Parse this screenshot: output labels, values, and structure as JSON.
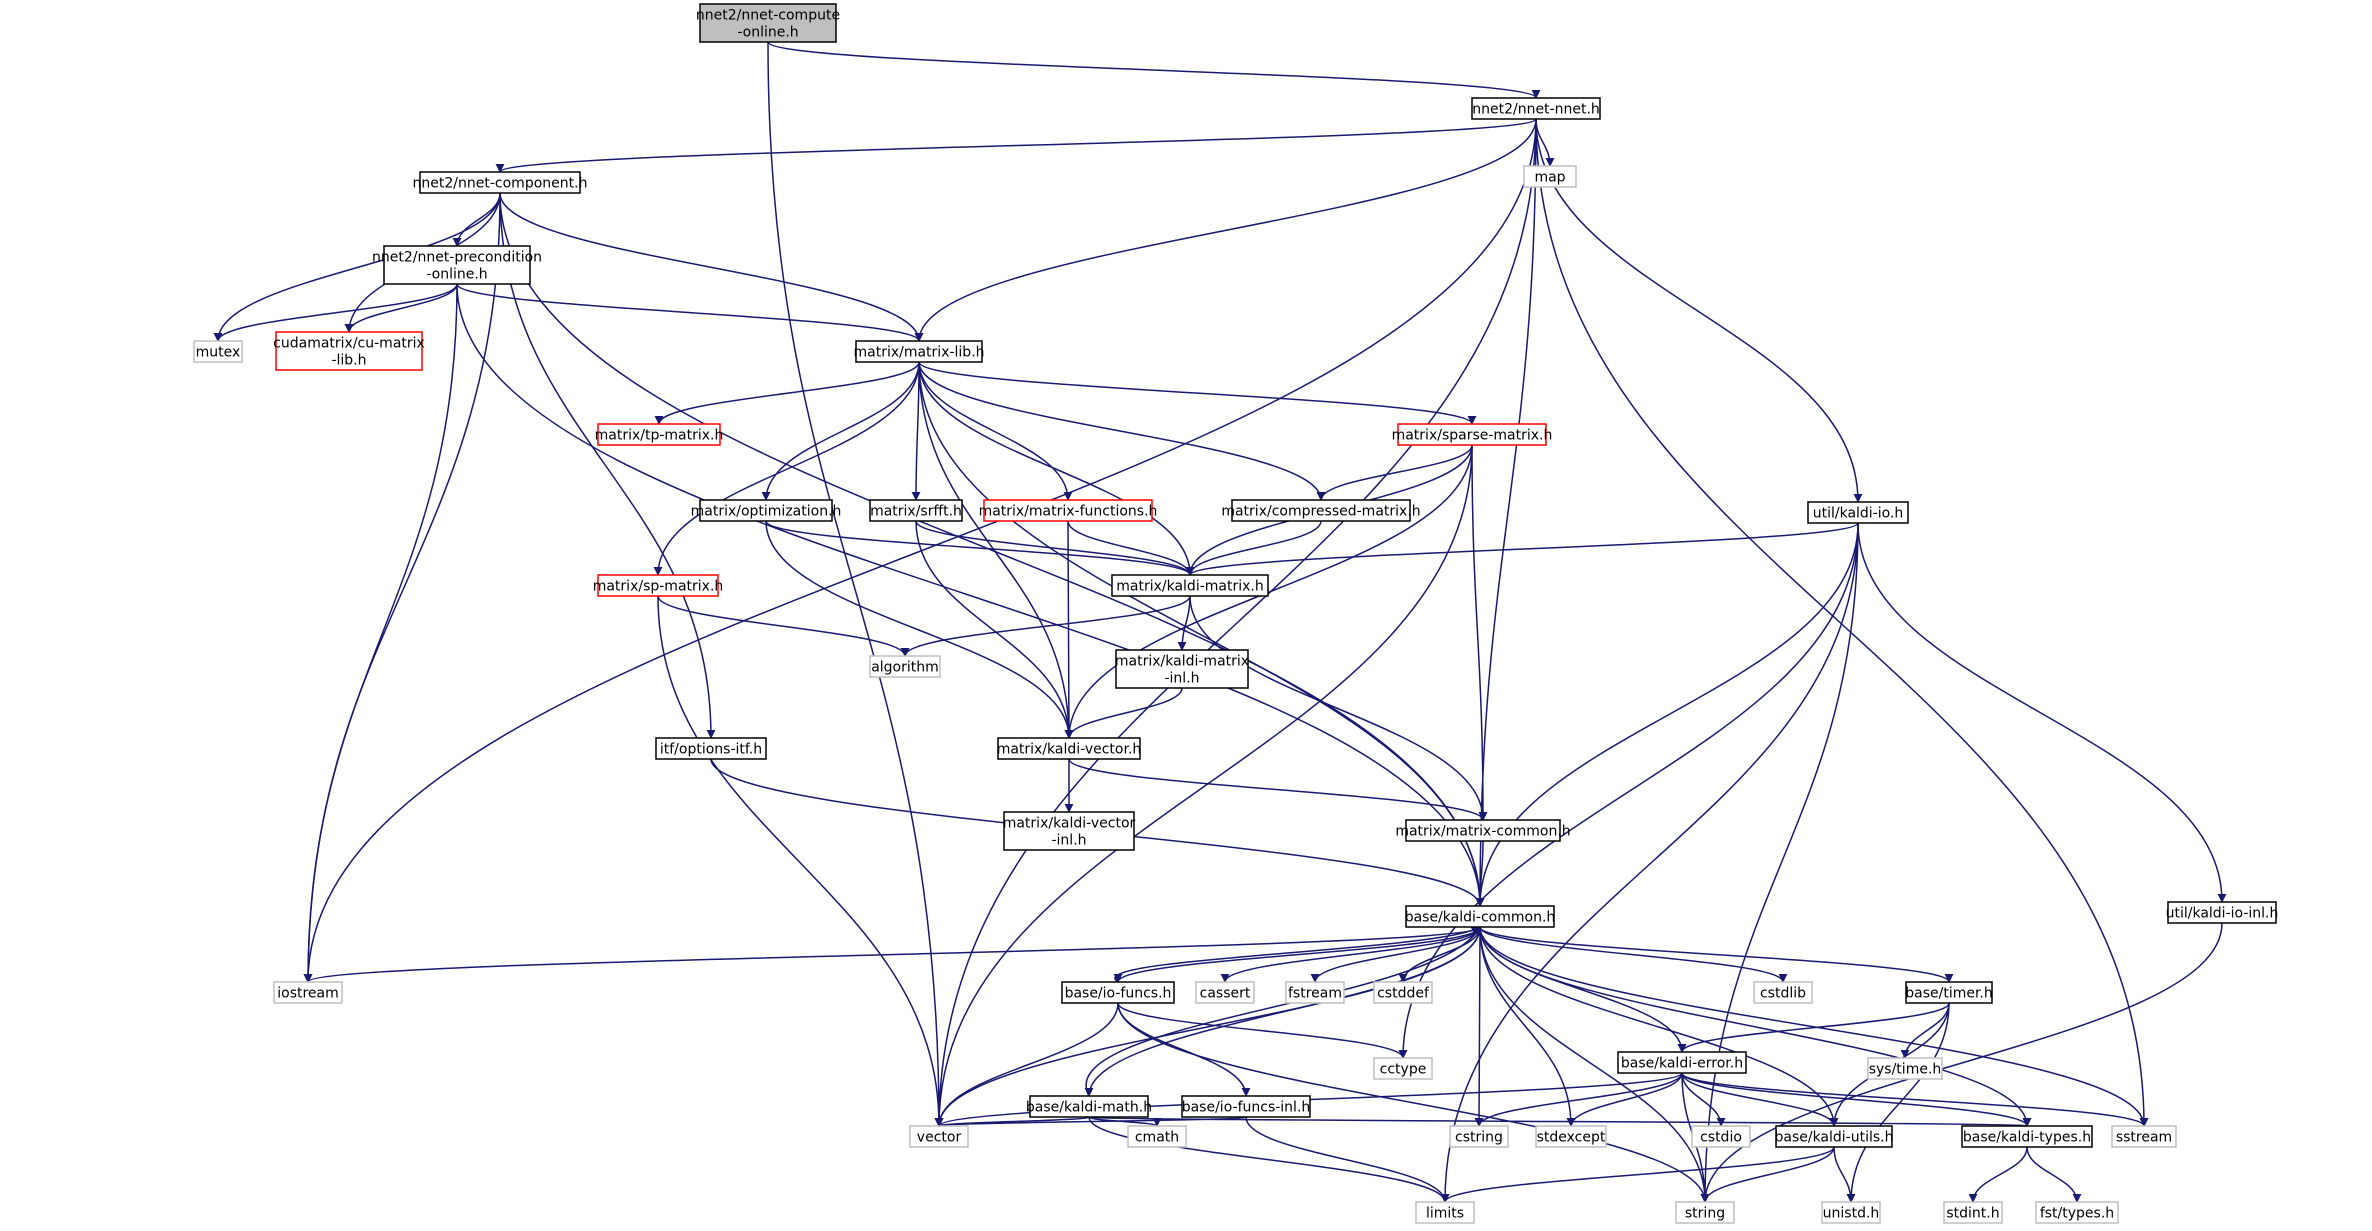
{
  "colors": {
    "edge": "#191970",
    "node_border_normal": "#000000",
    "node_border_truncated": "#ff0000",
    "node_border_external": "#bfbfbf",
    "node_fill_root": "#bfbfbf",
    "node_fill": "#ffffff"
  },
  "nodes": [
    {
      "id": "root",
      "lines": [
        "nnet2/nnet-compute",
        "-online.h"
      ],
      "style": "root"
    },
    {
      "id": "nnet",
      "lines": [
        "nnet2/nnet-nnet.h"
      ],
      "style": "normal"
    },
    {
      "id": "map",
      "lines": [
        "map"
      ],
      "style": "external"
    },
    {
      "id": "component",
      "lines": [
        "nnet2/nnet-component.h"
      ],
      "style": "normal"
    },
    {
      "id": "precond",
      "lines": [
        "nnet2/nnet-precondition",
        "-online.h"
      ],
      "style": "normal"
    },
    {
      "id": "mutex",
      "lines": [
        "mutex"
      ],
      "style": "external"
    },
    {
      "id": "cumatrix",
      "lines": [
        "cudamatrix/cu-matrix",
        "-lib.h"
      ],
      "style": "truncated"
    },
    {
      "id": "matrixlib",
      "lines": [
        "matrix/matrix-lib.h"
      ],
      "style": "normal"
    },
    {
      "id": "tpmatrix",
      "lines": [
        "matrix/tp-matrix.h"
      ],
      "style": "truncated"
    },
    {
      "id": "sparse",
      "lines": [
        "matrix/sparse-matrix.h"
      ],
      "style": "truncated"
    },
    {
      "id": "optim",
      "lines": [
        "matrix/optimization.h"
      ],
      "style": "normal"
    },
    {
      "id": "srfft",
      "lines": [
        "matrix/srfft.h"
      ],
      "style": "normal"
    },
    {
      "id": "mfuncs",
      "lines": [
        "matrix/matrix-functions.h"
      ],
      "style": "truncated"
    },
    {
      "id": "compressed",
      "lines": [
        "matrix/compressed-matrix.h"
      ],
      "style": "normal"
    },
    {
      "id": "kaldiio",
      "lines": [
        "util/kaldi-io.h"
      ],
      "style": "normal"
    },
    {
      "id": "spmatrix",
      "lines": [
        "matrix/sp-matrix.h"
      ],
      "style": "truncated"
    },
    {
      "id": "kmatrix",
      "lines": [
        "matrix/kaldi-matrix.h"
      ],
      "style": "normal"
    },
    {
      "id": "algorithm",
      "lines": [
        "algorithm"
      ],
      "style": "external"
    },
    {
      "id": "kmatrixinl",
      "lines": [
        "matrix/kaldi-matrix",
        "-inl.h"
      ],
      "style": "normal"
    },
    {
      "id": "optionsitf",
      "lines": [
        "itf/options-itf.h"
      ],
      "style": "normal"
    },
    {
      "id": "kvector",
      "lines": [
        "matrix/kaldi-vector.h"
      ],
      "style": "normal"
    },
    {
      "id": "kvectorinl",
      "lines": [
        "matrix/kaldi-vector",
        "-inl.h"
      ],
      "style": "normal"
    },
    {
      "id": "mcommon",
      "lines": [
        "matrix/matrix-common.h"
      ],
      "style": "normal"
    },
    {
      "id": "kaldiioinl",
      "lines": [
        "util/kaldi-io-inl.h"
      ],
      "style": "normal"
    },
    {
      "id": "kcommon",
      "lines": [
        "base/kaldi-common.h"
      ],
      "style": "normal"
    },
    {
      "id": "iostream",
      "lines": [
        "iostream"
      ],
      "style": "external"
    },
    {
      "id": "iofuncs",
      "lines": [
        "base/io-funcs.h"
      ],
      "style": "normal"
    },
    {
      "id": "cassert",
      "lines": [
        "cassert"
      ],
      "style": "external"
    },
    {
      "id": "fstream",
      "lines": [
        "fstream"
      ],
      "style": "external"
    },
    {
      "id": "cstddef",
      "lines": [
        "cstddef"
      ],
      "style": "external"
    },
    {
      "id": "cstdlib",
      "lines": [
        "cstdlib"
      ],
      "style": "external"
    },
    {
      "id": "timer",
      "lines": [
        "base/timer.h"
      ],
      "style": "normal"
    },
    {
      "id": "cctype",
      "lines": [
        "cctype"
      ],
      "style": "external"
    },
    {
      "id": "systime",
      "lines": [
        "sys/time.h"
      ],
      "style": "external"
    },
    {
      "id": "kmath",
      "lines": [
        "base/kaldi-math.h"
      ],
      "style": "normal"
    },
    {
      "id": "iofuncsinl",
      "lines": [
        "base/io-funcs-inl.h"
      ],
      "style": "normal"
    },
    {
      "id": "kerror",
      "lines": [
        "base/kaldi-error.h"
      ],
      "style": "normal"
    },
    {
      "id": "vector",
      "lines": [
        "vector"
      ],
      "style": "external"
    },
    {
      "id": "cmath",
      "lines": [
        "cmath"
      ],
      "style": "external"
    },
    {
      "id": "cstring",
      "lines": [
        "cstring"
      ],
      "style": "external"
    },
    {
      "id": "stdexcept",
      "lines": [
        "stdexcept"
      ],
      "style": "external"
    },
    {
      "id": "cstdio",
      "lines": [
        "cstdio"
      ],
      "style": "external"
    },
    {
      "id": "kutils",
      "lines": [
        "base/kaldi-utils.h"
      ],
      "style": "normal"
    },
    {
      "id": "ktypes",
      "lines": [
        "base/kaldi-types.h"
      ],
      "style": "normal"
    },
    {
      "id": "sstream",
      "lines": [
        "sstream"
      ],
      "style": "external"
    },
    {
      "id": "limits",
      "lines": [
        "limits"
      ],
      "style": "external"
    },
    {
      "id": "string",
      "lines": [
        "string"
      ],
      "style": "external"
    },
    {
      "id": "unistd",
      "lines": [
        "unistd.h"
      ],
      "style": "external"
    },
    {
      "id": "stdint",
      "lines": [
        "stdint.h"
      ],
      "style": "external"
    },
    {
      "id": "fsttypes",
      "lines": [
        "fst/types.h"
      ],
      "style": "external"
    }
  ],
  "edges": [
    [
      "root",
      "nnet"
    ],
    [
      "root",
      "vector"
    ],
    [
      "nnet",
      "map"
    ],
    [
      "nnet",
      "component"
    ],
    [
      "nnet",
      "matrixlib"
    ],
    [
      "nnet",
      "kaldiio"
    ],
    [
      "nnet",
      "kcommon"
    ],
    [
      "nnet",
      "iostream"
    ],
    [
      "nnet",
      "vector"
    ],
    [
      "nnet",
      "sstream"
    ],
    [
      "component",
      "precond"
    ],
    [
      "component",
      "mutex"
    ],
    [
      "component",
      "cumatrix"
    ],
    [
      "component",
      "matrixlib"
    ],
    [
      "component",
      "optionsitf"
    ],
    [
      "component",
      "kcommon"
    ],
    [
      "component",
      "iostream"
    ],
    [
      "precond",
      "mutex"
    ],
    [
      "precond",
      "cumatrix"
    ],
    [
      "precond",
      "matrixlib"
    ],
    [
      "precond",
      "kcommon"
    ],
    [
      "precond",
      "iostream"
    ],
    [
      "matrixlib",
      "tpmatrix"
    ],
    [
      "matrixlib",
      "sparse"
    ],
    [
      "matrixlib",
      "optim"
    ],
    [
      "matrixlib",
      "srfft"
    ],
    [
      "matrixlib",
      "mfuncs"
    ],
    [
      "matrixlib",
      "compressed"
    ],
    [
      "matrixlib",
      "spmatrix"
    ],
    [
      "matrixlib",
      "kmatrix"
    ],
    [
      "matrixlib",
      "kvector"
    ],
    [
      "matrixlib",
      "kcommon"
    ],
    [
      "sparse",
      "compressed"
    ],
    [
      "sparse",
      "kmatrix"
    ],
    [
      "sparse",
      "kvector"
    ],
    [
      "sparse",
      "mcommon"
    ],
    [
      "sparse",
      "vector"
    ],
    [
      "optim",
      "kmatrix"
    ],
    [
      "optim",
      "kvector"
    ],
    [
      "srfft",
      "kmatrix"
    ],
    [
      "srfft",
      "kvector"
    ],
    [
      "mfuncs",
      "kmatrix"
    ],
    [
      "mfuncs",
      "kvector"
    ],
    [
      "compressed",
      "kmatrix"
    ],
    [
      "kaldiio",
      "kmatrix"
    ],
    [
      "kaldiio",
      "kaldiioinl"
    ],
    [
      "kaldiio",
      "kcommon"
    ],
    [
      "kaldiio",
      "cctype"
    ],
    [
      "kaldiio",
      "limits"
    ],
    [
      "kaldiio",
      "string"
    ],
    [
      "spmatrix",
      "algorithm"
    ],
    [
      "spmatrix",
      "vector"
    ],
    [
      "kmatrix",
      "algorithm"
    ],
    [
      "kmatrix",
      "kmatrixinl"
    ],
    [
      "kmatrix",
      "mcommon"
    ],
    [
      "kmatrixinl",
      "kvector"
    ],
    [
      "optionsitf",
      "kcommon"
    ],
    [
      "kvector",
      "kvectorinl"
    ],
    [
      "kvector",
      "mcommon"
    ],
    [
      "mcommon",
      "kcommon"
    ],
    [
      "kaldiioinl",
      "string"
    ],
    [
      "kcommon",
      "iostream"
    ],
    [
      "kcommon",
      "iofuncs"
    ],
    [
      "kcommon",
      "cassert"
    ],
    [
      "kcommon",
      "fstream"
    ],
    [
      "kcommon",
      "cstddef"
    ],
    [
      "kcommon",
      "cstdlib"
    ],
    [
      "kcommon",
      "timer"
    ],
    [
      "kcommon",
      "kmath"
    ],
    [
      "kcommon",
      "kerror"
    ],
    [
      "kcommon",
      "vector"
    ],
    [
      "kcommon",
      "cstring"
    ],
    [
      "kcommon",
      "stdexcept"
    ],
    [
      "kcommon",
      "kutils"
    ],
    [
      "kcommon",
      "ktypes"
    ],
    [
      "kcommon",
      "sstream"
    ],
    [
      "kcommon",
      "string"
    ],
    [
      "iofuncs",
      "kcommon"
    ],
    [
      "iofuncs",
      "iofuncsinl"
    ],
    [
      "iofuncs",
      "cctype"
    ],
    [
      "iofuncs",
      "vector"
    ],
    [
      "iofuncs",
      "string"
    ],
    [
      "iofuncsinl",
      "limits"
    ],
    [
      "iofuncsinl",
      "vector"
    ],
    [
      "kmath",
      "kcommon"
    ],
    [
      "kmath",
      "vector"
    ],
    [
      "kmath",
      "cmath"
    ],
    [
      "kmath",
      "limits"
    ],
    [
      "kmath",
      "ktypes"
    ],
    [
      "timer",
      "kerror"
    ],
    [
      "timer",
      "systime"
    ],
    [
      "timer",
      "unistd"
    ],
    [
      "timer",
      "kutils"
    ],
    [
      "kerror",
      "vector"
    ],
    [
      "kerror",
      "cstring"
    ],
    [
      "kerror",
      "stdexcept"
    ],
    [
      "kerror",
      "cstdio"
    ],
    [
      "kerror",
      "kutils"
    ],
    [
      "kerror",
      "ktypes"
    ],
    [
      "kerror",
      "sstream"
    ],
    [
      "kerror",
      "string"
    ],
    [
      "kutils",
      "limits"
    ],
    [
      "kutils",
      "string"
    ],
    [
      "kutils",
      "unistd"
    ],
    [
      "ktypes",
      "stdint"
    ],
    [
      "ktypes",
      "fsttypes"
    ]
  ]
}
